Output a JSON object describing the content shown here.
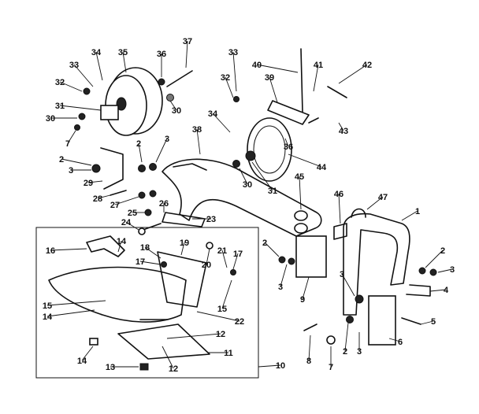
{
  "callouts": [
    {
      "id": "c34a",
      "text": "34"
    },
    {
      "id": "c35",
      "text": "35"
    },
    {
      "id": "c36a",
      "text": "36"
    },
    {
      "id": "c37",
      "text": "37"
    },
    {
      "id": "c33a",
      "text": "33"
    },
    {
      "id": "c32a",
      "text": "32"
    },
    {
      "id": "c31a",
      "text": "31"
    },
    {
      "id": "c30a",
      "text": "30"
    },
    {
      "id": "c30b",
      "text": "30"
    },
    {
      "id": "c7a",
      "text": "7"
    },
    {
      "id": "c33b",
      "text": "33"
    },
    {
      "id": "c40",
      "text": "40"
    },
    {
      "id": "c41",
      "text": "41"
    },
    {
      "id": "c42",
      "text": "42"
    },
    {
      "id": "c32b",
      "text": "32"
    },
    {
      "id": "c39",
      "text": "39"
    },
    {
      "id": "c43",
      "text": "43"
    },
    {
      "id": "c34b",
      "text": "34"
    },
    {
      "id": "c36b",
      "text": "36"
    },
    {
      "id": "c38",
      "text": "38"
    },
    {
      "id": "c2a",
      "text": "2"
    },
    {
      "id": "c3a",
      "text": "3"
    },
    {
      "id": "c2b",
      "text": "2"
    },
    {
      "id": "c3b",
      "text": "3"
    },
    {
      "id": "c29",
      "text": "29"
    },
    {
      "id": "c30c",
      "text": "30"
    },
    {
      "id": "c31b",
      "text": "31"
    },
    {
      "id": "c44",
      "text": "44"
    },
    {
      "id": "c28",
      "text": "28"
    },
    {
      "id": "c27",
      "text": "27"
    },
    {
      "id": "c26",
      "text": "26"
    },
    {
      "id": "c25",
      "text": "25"
    },
    {
      "id": "c23",
      "text": "23"
    },
    {
      "id": "c45",
      "text": "45"
    },
    {
      "id": "c46",
      "text": "46"
    },
    {
      "id": "c47",
      "text": "47"
    },
    {
      "id": "c1",
      "text": "1"
    },
    {
      "id": "c24",
      "text": "24"
    },
    {
      "id": "c16",
      "text": "16"
    },
    {
      "id": "c14a",
      "text": "14"
    },
    {
      "id": "c18",
      "text": "18"
    },
    {
      "id": "c19",
      "text": "19"
    },
    {
      "id": "c20",
      "text": "20"
    },
    {
      "id": "c21",
      "text": "21"
    },
    {
      "id": "c17a",
      "text": "17"
    },
    {
      "id": "c17b",
      "text": "17"
    },
    {
      "id": "c15a",
      "text": "15"
    },
    {
      "id": "c14b",
      "text": "14"
    },
    {
      "id": "c15b",
      "text": "15"
    },
    {
      "id": "c22",
      "text": "22"
    },
    {
      "id": "c12a",
      "text": "12"
    },
    {
      "id": "c12b",
      "text": "12"
    },
    {
      "id": "c11",
      "text": "11"
    },
    {
      "id": "c14c",
      "text": "14"
    },
    {
      "id": "c13",
      "text": "13"
    },
    {
      "id": "c10",
      "text": "10"
    },
    {
      "id": "c2c",
      "text": "2"
    },
    {
      "id": "c3c",
      "text": "3"
    },
    {
      "id": "c9",
      "text": "9"
    },
    {
      "id": "c2d",
      "text": "2"
    },
    {
      "id": "c3d",
      "text": "3"
    },
    {
      "id": "c4",
      "text": "4"
    },
    {
      "id": "c3e",
      "text": "3"
    },
    {
      "id": "c5",
      "text": "5"
    },
    {
      "id": "c6",
      "text": "6"
    },
    {
      "id": "c8",
      "text": "8"
    },
    {
      "id": "c2e",
      "text": "2"
    },
    {
      "id": "c3f",
      "text": "3"
    },
    {
      "id": "c7b",
      "text": "7"
    }
  ]
}
